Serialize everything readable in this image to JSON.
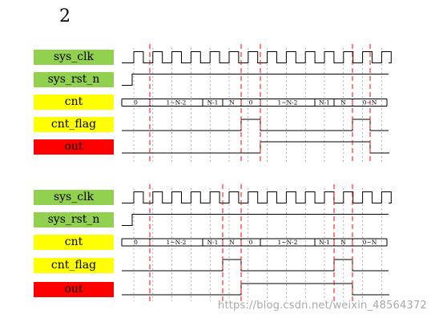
{
  "page_number": "2",
  "watermark": "https://blog.csdn.net/weixin_48564372",
  "colors": {
    "clock_label": "#92d050",
    "reset_label": "#92d050",
    "cnt_label": "#ffff00",
    "flag_label": "#ffff00",
    "out_label": "#ff0000",
    "marker_line": "#ff0000",
    "signal_line": "#000000",
    "grid_line": "#7f7f7f"
  },
  "diagrams": [
    {
      "signals": [
        {
          "name": "sys_clk",
          "color_key": "clock_label"
        },
        {
          "name": "sys_rst_n",
          "color_key": "reset_label"
        },
        {
          "name": "cnt",
          "color_key": "cnt_label"
        },
        {
          "name": "cnt_flag",
          "color_key": "flag_label"
        },
        {
          "name": "out",
          "color_key": "out_label"
        }
      ],
      "cnt_segments": [
        "0",
        "1~N-2",
        "N-1",
        "N",
        "0",
        "1~N-2",
        "N-1",
        "N",
        "0~N"
      ],
      "cnt_flag_pulses": 2,
      "out_behavior": "registered"
    },
    {
      "signals": [
        {
          "name": "sys_clk",
          "color_key": "clock_label"
        },
        {
          "name": "sys_rst_n",
          "color_key": "reset_label"
        },
        {
          "name": "cnt",
          "color_key": "cnt_label"
        },
        {
          "name": "cnt_flag",
          "color_key": "flag_label"
        },
        {
          "name": "out",
          "color_key": "out_label"
        }
      ],
      "cnt_segments": [
        "0",
        "1~N-2",
        "N-1",
        "N",
        "0",
        "1~N-2",
        "N-1",
        "N",
        "0~N"
      ],
      "cnt_flag_pulses": 2,
      "out_behavior": "early"
    }
  ]
}
